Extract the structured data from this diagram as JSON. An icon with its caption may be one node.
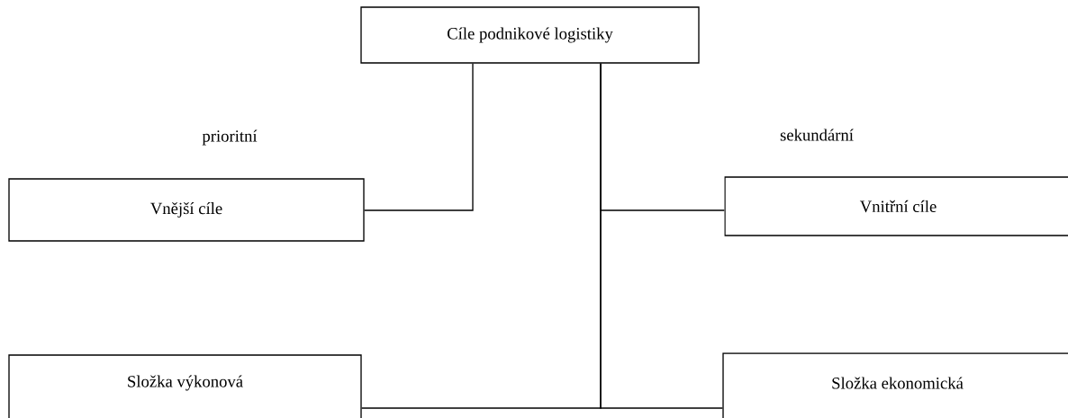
{
  "diagram": {
    "nodes": [
      {
        "text": [
          "Cíle podnikové logistiky"
        ]
      },
      {
        "text": [
          "Vnější cíle"
        ]
      },
      {
        "text": [
          "Vnitřní cíle"
        ]
      },
      {
        "text": [
          "Složka výkonová"
        ]
      },
      {
        "text": [
          "Složka ekonomická"
        ]
      }
    ],
    "edges": [
      {
        "from": 0,
        "to": 1,
        "arrow": "none"
      },
      {
        "from": 0,
        "to": 2,
        "arrow": "none"
      },
      {
        "from": 0,
        "to": 3,
        "arrow": "none"
      },
      {
        "from": 0,
        "to": 4,
        "arrow": "none"
      }
    ],
    "labels": [
      "prioritní",
      "sekundární"
    ]
  }
}
